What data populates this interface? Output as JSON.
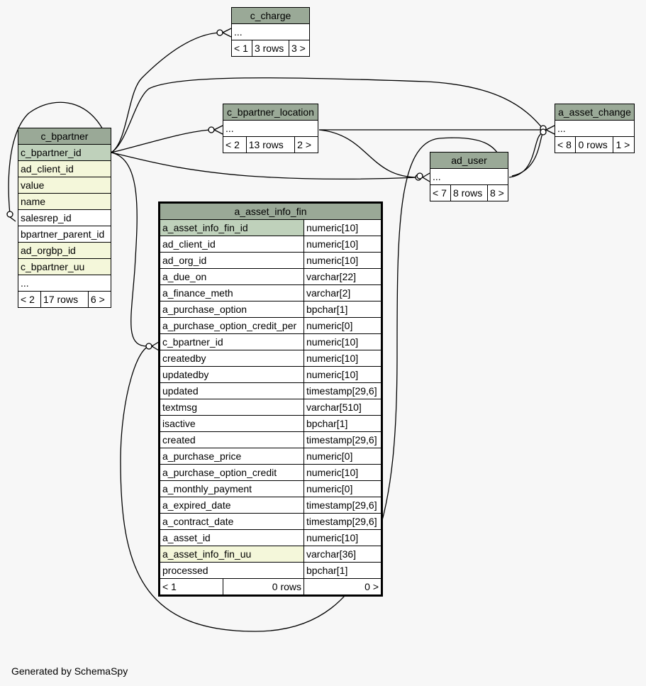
{
  "generated_by": "Generated by SchemaSpy",
  "tables": {
    "c_charge": {
      "name": "c_charge",
      "cols": [
        "..."
      ],
      "footer": [
        "< 1",
        "3 rows",
        "3 >"
      ]
    },
    "c_bpartner_location": {
      "name": "c_bpartner_location",
      "cols": [
        "..."
      ],
      "footer": [
        "< 2",
        "13 rows",
        "2 >"
      ]
    },
    "a_asset_change": {
      "name": "a_asset_change",
      "cols": [
        "..."
      ],
      "footer": [
        "< 8",
        "0 rows",
        "1 >"
      ]
    },
    "ad_user": {
      "name": "ad_user",
      "cols": [
        "..."
      ],
      "footer": [
        "< 7",
        "8 rows",
        "8 >"
      ]
    },
    "c_bpartner": {
      "name": "c_bpartner",
      "cols": [
        "c_bpartner_id",
        "ad_client_id",
        "value",
        "name",
        "salesrep_id",
        "bpartner_parent_id",
        "ad_orgbp_id",
        "c_bpartner_uu",
        "..."
      ],
      "footer": [
        "< 2",
        "17 rows",
        "6 >"
      ]
    },
    "a_asset_info_fin": {
      "name": "a_asset_info_fin",
      "cols": [
        [
          "a_asset_info_fin_id",
          "numeric[10]"
        ],
        [
          "ad_client_id",
          "numeric[10]"
        ],
        [
          "ad_org_id",
          "numeric[10]"
        ],
        [
          "a_due_on",
          "varchar[22]"
        ],
        [
          "a_finance_meth",
          "varchar[2]"
        ],
        [
          "a_purchase_option",
          "bpchar[1]"
        ],
        [
          "a_purchase_option_credit_per",
          "numeric[0]"
        ],
        [
          "c_bpartner_id",
          "numeric[10]"
        ],
        [
          "createdby",
          "numeric[10]"
        ],
        [
          "updatedby",
          "numeric[10]"
        ],
        [
          "updated",
          "timestamp[29,6]"
        ],
        [
          "textmsg",
          "varchar[510]"
        ],
        [
          "isactive",
          "bpchar[1]"
        ],
        [
          "created",
          "timestamp[29,6]"
        ],
        [
          "a_purchase_price",
          "numeric[0]"
        ],
        [
          "a_purchase_option_credit",
          "numeric[10]"
        ],
        [
          "a_monthly_payment",
          "numeric[0]"
        ],
        [
          "a_expired_date",
          "timestamp[29,6]"
        ],
        [
          "a_contract_date",
          "timestamp[29,6]"
        ],
        [
          "a_asset_id",
          "numeric[10]"
        ],
        [
          "a_asset_info_fin_uu",
          "varchar[36]"
        ],
        [
          "processed",
          "bpchar[1]"
        ]
      ],
      "footer": [
        "< 1",
        "0 rows",
        "0 >"
      ]
    }
  }
}
